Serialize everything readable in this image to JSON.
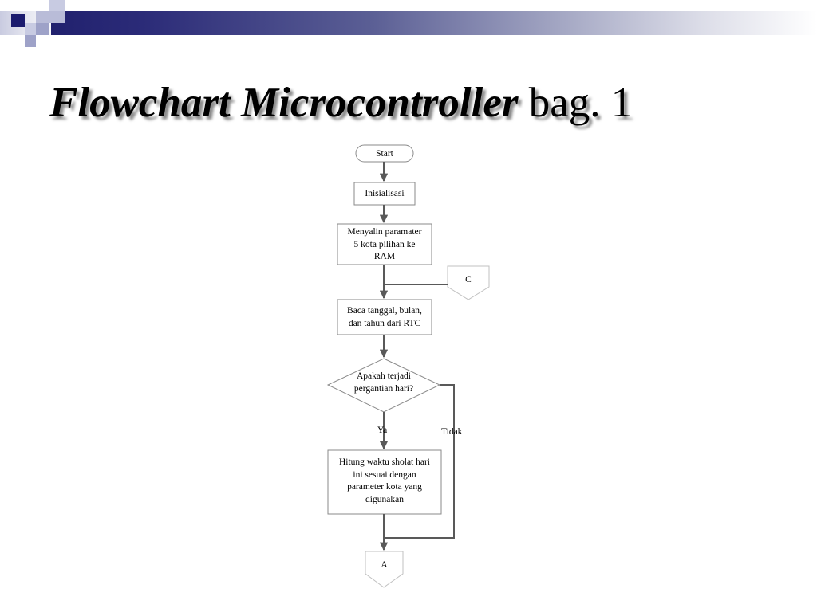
{
  "slide": {
    "title_italic": "Flowchart Microcontroller",
    "title_roman": " bag. 1",
    "background_color": "#ffffff"
  },
  "header": {
    "name": "decorative-header-band",
    "gradient_from": "#21216e",
    "gradient_to": "#ffffff",
    "accent_navy": "#1b1b6e",
    "accent_light": "#b9bcd8"
  },
  "flowchart": {
    "type": "flowchart",
    "orientation": "top-to-bottom",
    "stroke_color": "#595959",
    "node_border_color": "#8a8a8a",
    "node_fill": "#ffffff",
    "nodes": [
      {
        "id": "start",
        "shape": "terminator",
        "text": "Start"
      },
      {
        "id": "init",
        "shape": "process",
        "text": "Inisialisasi"
      },
      {
        "id": "copy",
        "shape": "process",
        "text": "Menyalin paramater 5 kota pilihan ke RAM"
      },
      {
        "id": "connC",
        "shape": "connector",
        "text": "C"
      },
      {
        "id": "read",
        "shape": "process",
        "text": "Baca tanggal, bulan, dan tahun dari RTC"
      },
      {
        "id": "decide",
        "shape": "decision",
        "text": "Apakah terjadi pergantian hari?"
      },
      {
        "id": "compute",
        "shape": "process",
        "text": "Hitung waktu sholat hari ini sesuai dengan parameter kota yang digunakan"
      },
      {
        "id": "connA",
        "shape": "connector",
        "text": "A"
      }
    ],
    "node_lines": {
      "start": [
        "Start"
      ],
      "init": [
        "Inisialisasi"
      ],
      "copy": [
        "Menyalin paramater",
        "5 kota pilihan ke",
        "RAM"
      ],
      "connC": [
        "C"
      ],
      "read": [
        "Baca tanggal, bulan,",
        "dan tahun dari RTC"
      ],
      "decide": [
        "Apakah terjadi",
        "pergantian hari?"
      ],
      "compute": [
        "Hitung waktu sholat hari",
        "ini sesuai dengan",
        "parameter kota yang",
        "digunakan"
      ],
      "connA": [
        "A"
      ]
    },
    "edges": [
      {
        "from": "start",
        "to": "init",
        "label": ""
      },
      {
        "from": "init",
        "to": "copy",
        "label": ""
      },
      {
        "from": "copy",
        "to": "read",
        "label": ""
      },
      {
        "from": "connC",
        "to": "read",
        "label": ""
      },
      {
        "from": "read",
        "to": "decide",
        "label": ""
      },
      {
        "from": "decide",
        "to": "compute",
        "label": "Ya"
      },
      {
        "from": "decide",
        "to": "connA",
        "label": "Tidak"
      },
      {
        "from": "compute",
        "to": "connA",
        "label": ""
      }
    ],
    "edge_labels": {
      "yes": "Ya",
      "no": "Tidak"
    }
  }
}
